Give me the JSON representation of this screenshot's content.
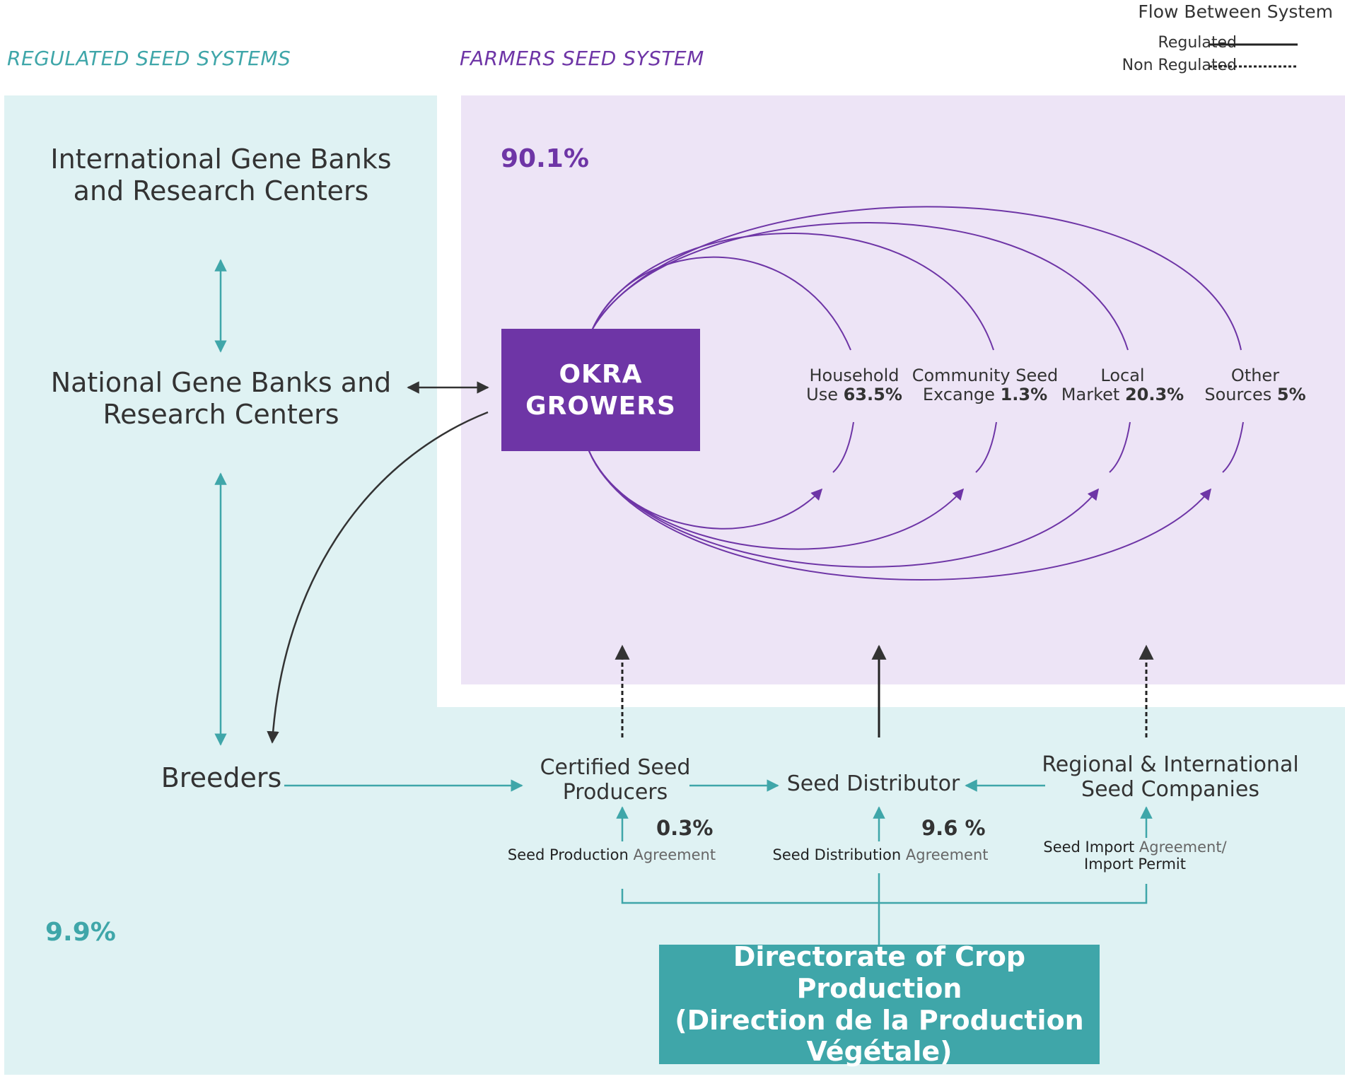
{
  "legend": {
    "title": "Flow Between System",
    "regulated": "Regulated",
    "non_regulated": "Non Regulated"
  },
  "sections": {
    "regulated": "REGULATED SEED SYSTEMS",
    "farmers": "FARMERS SEED SYSTEM"
  },
  "colors": {
    "teal": "#3fa6a9",
    "teal_panel": "#dff2f3",
    "purple": "#6e35a6",
    "purple_panel": "#ede4f6",
    "arrow_dark": "#333333"
  },
  "nodes": {
    "intl_gene_banks": {
      "line1": "International Gene Banks",
      "line2": "and Research Centers"
    },
    "natl_gene_banks": {
      "line1": "National Gene Banks and",
      "line2": "Research Centers"
    },
    "breeders": "Breeders",
    "okra_growers": {
      "line1": "OKRA",
      "line2": "GROWERS"
    },
    "certified_producers": {
      "line1": "Certified Seed",
      "line2": "Producers"
    },
    "seed_distributor": "Seed Distributor",
    "regional_companies": {
      "line1": "Regional & International",
      "line2": "Seed Companies"
    },
    "directorate": {
      "line1": "Directorate of Crop Production",
      "line2": "(Direction de la Production",
      "line3": "Végétale)"
    }
  },
  "percentages": {
    "farmers_total": "90.1%",
    "regulated_total": "9.9%",
    "certified": "0.3%",
    "distributor": "9.6 %"
  },
  "sources": [
    {
      "line1": "Household",
      "line2_label": "Use",
      "value": "63.5%"
    },
    {
      "line1": "Community Seed",
      "line2_label": "Excange",
      "value": "1.3%"
    },
    {
      "line1": "Local",
      "line2_label": "Market",
      "value": "20.3%"
    },
    {
      "line1": "Other",
      "line2_label": "Sources",
      "value": "5%"
    }
  ],
  "agreements": {
    "production": {
      "bold": "Seed Production",
      "rest": "Agreement"
    },
    "distribution": {
      "bold": "Seed Distribution",
      "rest": "Agreement"
    },
    "import": {
      "bold": "Seed Import",
      "rest": "Agreement/",
      "line2": "Import Permit"
    }
  }
}
